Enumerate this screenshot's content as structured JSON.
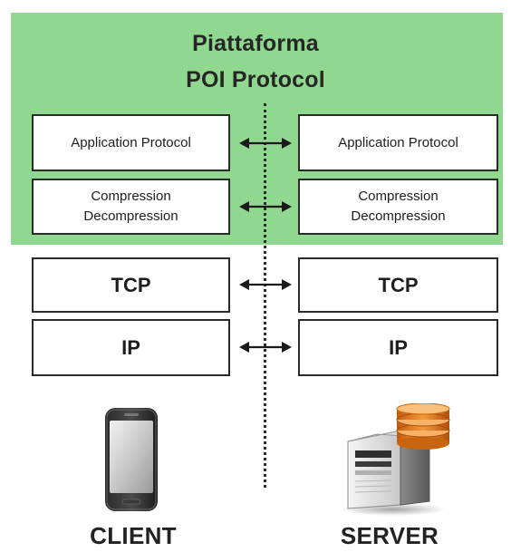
{
  "header": {
    "title_line1": "Piattaforma",
    "title_line2": "POI Protocol"
  },
  "layers": [
    {
      "client_lines": [
        "Application Protocol"
      ],
      "server_lines": [
        "Application Protocol"
      ]
    },
    {
      "client_lines": [
        "Compression",
        "Decompression"
      ],
      "server_lines": [
        "Compression",
        "Decompression"
      ]
    },
    {
      "client_lines": [
        "TCP"
      ],
      "server_lines": [
        "TCP"
      ]
    },
    {
      "client_lines": [
        "IP"
      ],
      "server_lines": [
        "IP"
      ]
    }
  ],
  "devices": {
    "client_label": "CLIENT",
    "server_label": "SERVER"
  },
  "colors": {
    "platform_band": "#90d890",
    "box_border": "#2a2a2a",
    "database_orange": "#e8801e"
  },
  "icons": {
    "client": "smartphone-icon",
    "server": "server-with-database-icon",
    "connector": "double-arrow-icon"
  }
}
